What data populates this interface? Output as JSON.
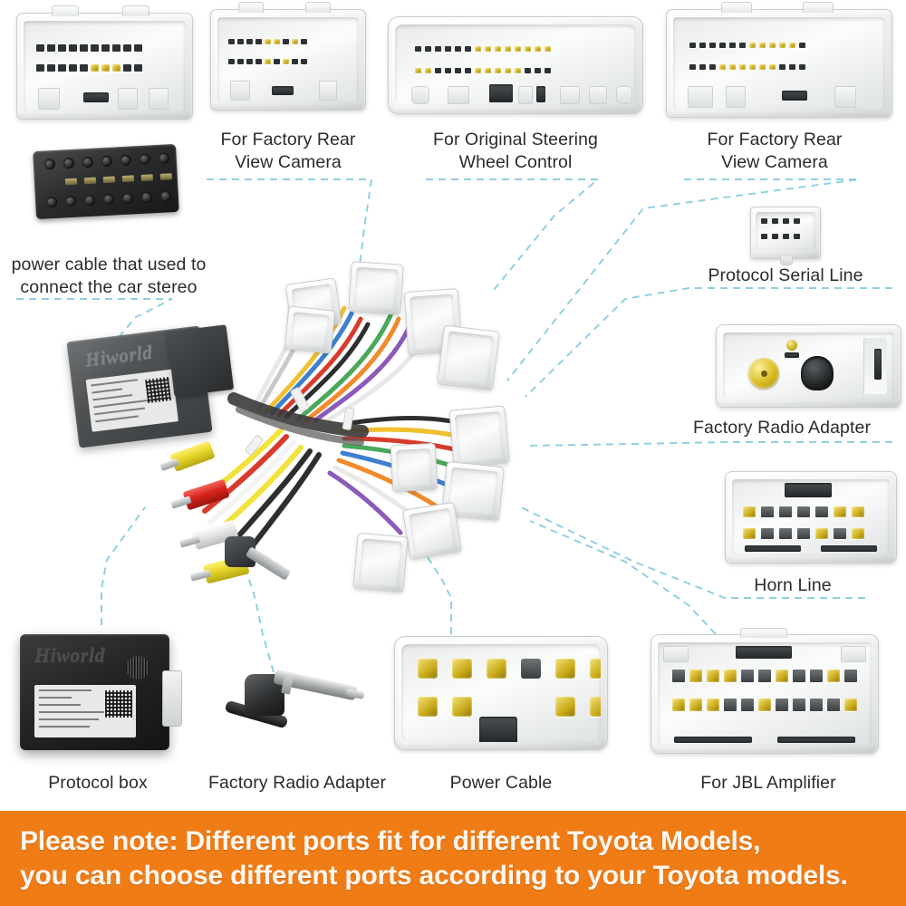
{
  "product": {
    "brand": "Hiworld",
    "vehicle": "Toyota"
  },
  "colors": {
    "leader_line": "#8fd0e2",
    "banner_bg": "#f07c16",
    "banner_text": "#fff7ef",
    "caption_text": "#2b2b2b",
    "connector_white": "#f3f5f5",
    "connector_black": "#2b2c2e",
    "pin_gold": "#c9a918",
    "rca_yellow": "#f5e03c",
    "rca_red": "#e02b24",
    "rca_white": "#f2f2f2"
  },
  "captions": {
    "rear_view_camera_left": "For Factory Rear\nView Camera",
    "steering_wheel_control": "For Original Steering\nWheel Control",
    "rear_view_camera_right": "For Factory Rear\nView Camera",
    "power_cable_stereo": "power cable that used to\nconnect the car stereo",
    "protocol_serial_line": "Protocol Serial Line",
    "factory_radio_adapter_right": "Factory Radio Adapter",
    "horn_line": "Horn Line",
    "protocol_box": "Protocol box",
    "factory_radio_adapter_bottom": "Factory Radio Adapter",
    "power_cable": "Power Cable",
    "jbl_amplifier": "For JBL Amplifier"
  },
  "banner": {
    "line1": "Please note: Different ports fit for different Toyota Models,",
    "line2": "you can choose different ports according to your Toyota models."
  },
  "components": [
    {
      "id": "conn-top-1",
      "name": "white-connector-20pin",
      "caption_ref": null
    },
    {
      "id": "conn-top-2",
      "name": "rear-view-camera-connector-left",
      "caption_ref": "rear_view_camera_left"
    },
    {
      "id": "conn-top-3",
      "name": "steering-wheel-control-connector",
      "caption_ref": "steering_wheel_control"
    },
    {
      "id": "conn-top-4",
      "name": "rear-view-camera-connector-right",
      "caption_ref": "rear_view_camera_right"
    },
    {
      "id": "conn-iso",
      "name": "black-iso-power-connector",
      "caption_ref": "power_cable_stereo"
    },
    {
      "id": "conn-serial",
      "name": "protocol-serial-line-connector",
      "caption_ref": "protocol_serial_line"
    },
    {
      "id": "conn-radio",
      "name": "factory-radio-adapter-connector",
      "caption_ref": "factory_radio_adapter_right"
    },
    {
      "id": "conn-horn",
      "name": "horn-line-connector",
      "caption_ref": "horn_line"
    },
    {
      "id": "box-protocol",
      "name": "protocol-box",
      "caption_ref": "protocol_box"
    },
    {
      "id": "plug-antenna",
      "name": "factory-radio-antenna-adapter",
      "caption_ref": "factory_radio_adapter_bottom"
    },
    {
      "id": "conn-power",
      "name": "power-cable-connector",
      "caption_ref": "power_cable"
    },
    {
      "id": "conn-jbl",
      "name": "jbl-amplifier-connector",
      "caption_ref": "jbl_amplifier"
    },
    {
      "id": "harness-hub",
      "name": "wiring-harness-hub",
      "caption_ref": null
    }
  ]
}
